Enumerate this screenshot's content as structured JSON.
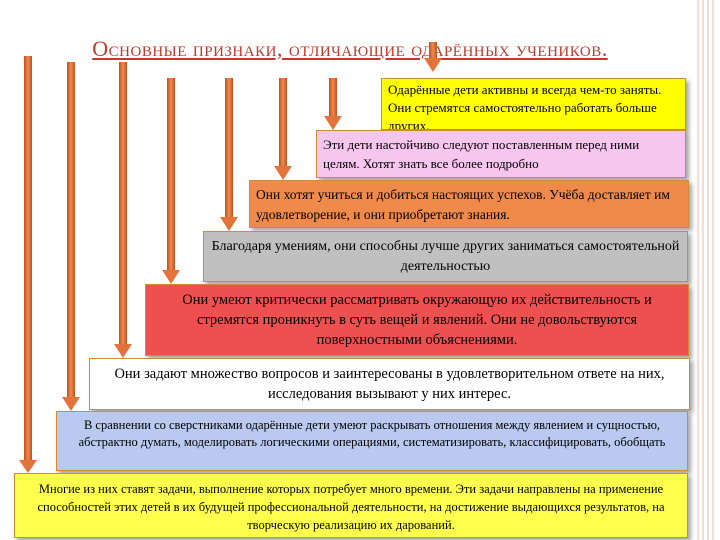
{
  "title": "Основные признаки, отличающие одарённых учеников.",
  "steps": [
    {
      "text": "Одарённые дети активны и всегда чем-то заняты. Они стремятся самостоятельно работать больше других.",
      "color": "#ffff00"
    },
    {
      "text": "Эти дети настойчиво следуют поставленным перед ними целям. Хотят знать все более подробно",
      "color": "#f7c6ef"
    },
    {
      "text": "Они хотят учиться и добиться настоящих успехов. Учёба доставляет им удовлетворение, и они приобретают знания.",
      "color": "#f08a4b"
    },
    {
      "text": "Благодаря умениям, они способны лучше других заниматься самостоятельной деятельностью",
      "color": "#c0c0c0"
    },
    {
      "text": "Они умеют критически рассматривать окружающую их действительность и стремятся проникнуть в суть вещей и явлений. Они не довольствуются поверхностными объяснениями.",
      "color": "#ee5050"
    },
    {
      "text": "Они задают множество вопросов и заинтересованы в удовлетворительном ответе на них, исследования вызывают у них интерес.",
      "color": "#ffffff"
    },
    {
      "text": "В сравнении со сверстниками одарённые дети умеют раскрывать отношения между явлением и сущностью, абстрактно думать, моделировать логическими операциями, систематизировать, классифицировать, обобщать",
      "color": "#b9c9ef"
    },
    {
      "text": "Многие из них ставят задачи, выполнение которых потребует много времени. Эти задачи направлены на применение способностей этих детей в их будущей профессиональной деятельности, на достижение выдающихся результатов, на творческую реализацию их дарований.",
      "color": "#ffff4d"
    }
  ]
}
